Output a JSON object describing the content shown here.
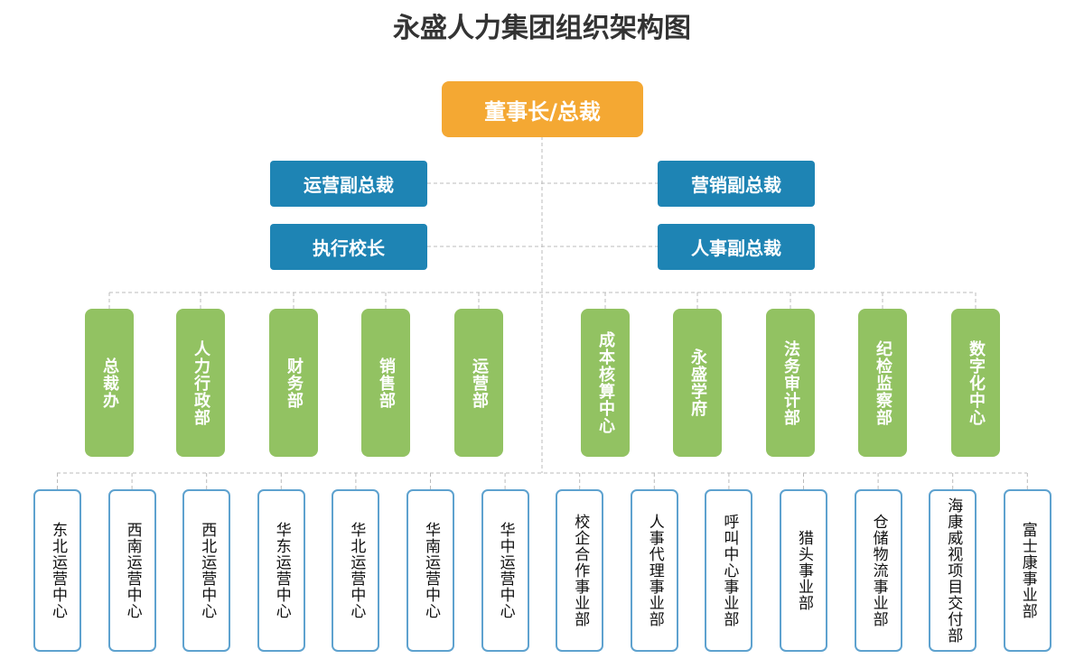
{
  "title": "永盛人力集团组织架构图",
  "top": "董事长/总裁",
  "vps": {
    "left": [
      "运营副总裁",
      "执行校长"
    ],
    "right": [
      "营销副总裁",
      "人事副总裁"
    ]
  },
  "departments": [
    "总裁办",
    "人力行政部",
    "财务部",
    "销售部",
    "运营部",
    "成本核算中心",
    "永盛学府",
    "法务审计部",
    "纪检监察部",
    "数字化中心"
  ],
  "units": [
    "东北运营中心",
    "西南运营中心",
    "西北运营中心",
    "华东运营中心",
    "华北运营中心",
    "华南运营中心",
    "华中运营中心",
    "校企合作事业部",
    "人事代理事业部",
    "呼叫中心事业部",
    "猎头事业部",
    "仓储物流事业部",
    "海康威视项目交付部",
    "富士康事业部"
  ],
  "colors": {
    "top": "#F4A833",
    "vp": "#1E84B4",
    "department": "#92C262",
    "unit_border": "#5EA2CF",
    "connector": "#BBBBBB"
  }
}
